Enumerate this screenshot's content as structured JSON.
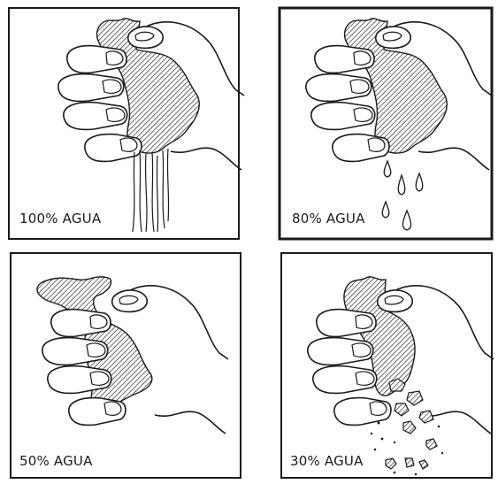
{
  "panels": [
    {
      "id": "p1",
      "label": "100% AGUA",
      "outflow": "streams"
    },
    {
      "id": "p2",
      "label": "80% AGUA",
      "outflow": "drops"
    },
    {
      "id": "p3",
      "label": "50% AGUA",
      "outflow": "none"
    },
    {
      "id": "p4",
      "label": "30% AGUA",
      "outflow": "crumbs"
    }
  ],
  "colors": {
    "ink": "#1a1a1a",
    "paper": "#ffffff"
  }
}
